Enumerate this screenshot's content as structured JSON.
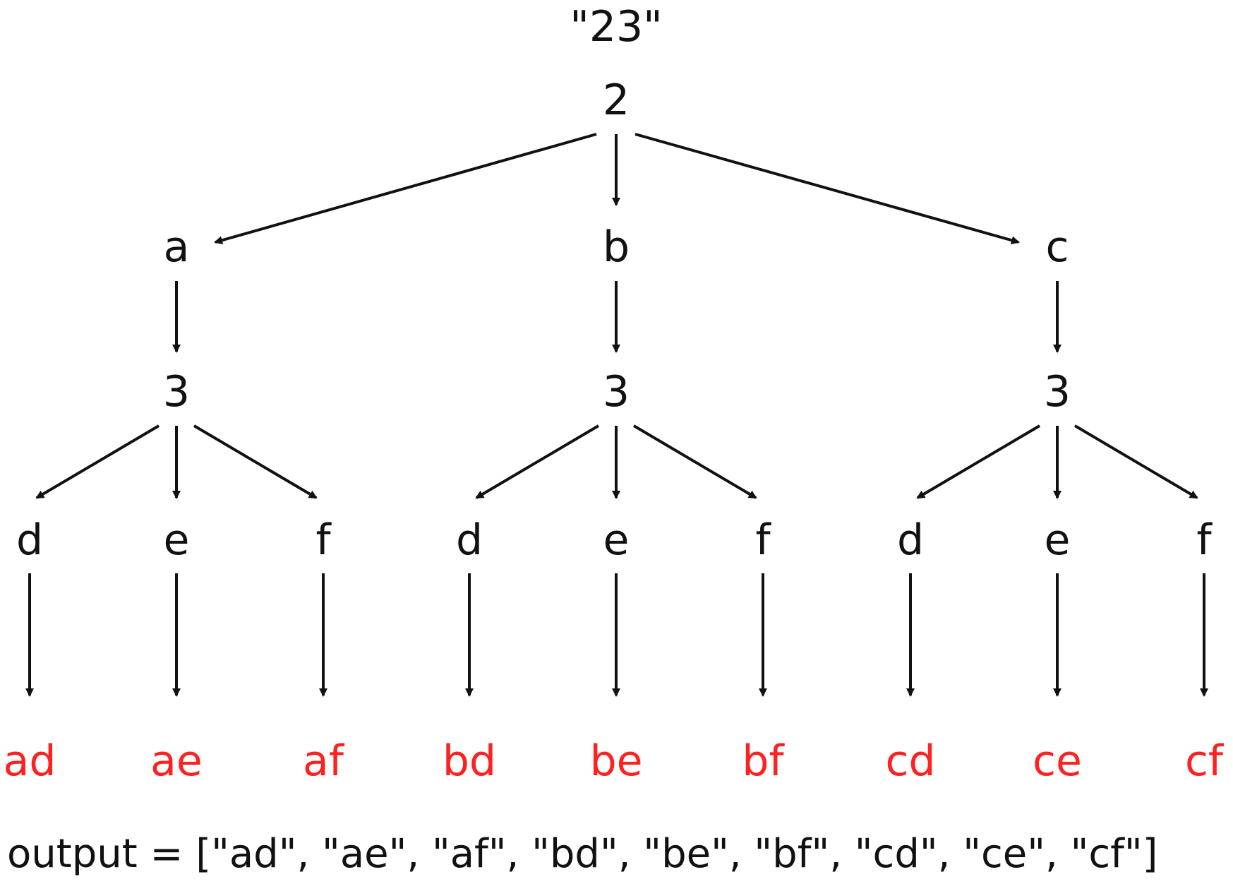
{
  "diagram": {
    "input_label": "\"23\"",
    "root": "2",
    "level1": [
      {
        "label": "a",
        "child": "3",
        "leaves": [
          {
            "digit": "d",
            "combo": "ad"
          },
          {
            "digit": "e",
            "combo": "ae"
          },
          {
            "digit": "f",
            "combo": "af"
          }
        ]
      },
      {
        "label": "b",
        "child": "3",
        "leaves": [
          {
            "digit": "d",
            "combo": "bd"
          },
          {
            "digit": "e",
            "combo": "be"
          },
          {
            "digit": "f",
            "combo": "bf"
          }
        ]
      },
      {
        "label": "c",
        "child": "3",
        "leaves": [
          {
            "digit": "d",
            "combo": "cd"
          },
          {
            "digit": "e",
            "combo": "ce"
          },
          {
            "digit": "f",
            "combo": "cf"
          }
        ]
      }
    ],
    "output_line": "output = [\"ad\", \"ae\", \"af\", \"bd\", \"be\", \"bf\", \"cd\", \"ce\", \"cf\"]",
    "colors": {
      "text": "#111111",
      "leaf": "#ff2020",
      "edge": "#111111",
      "background": "#ffffff"
    }
  }
}
